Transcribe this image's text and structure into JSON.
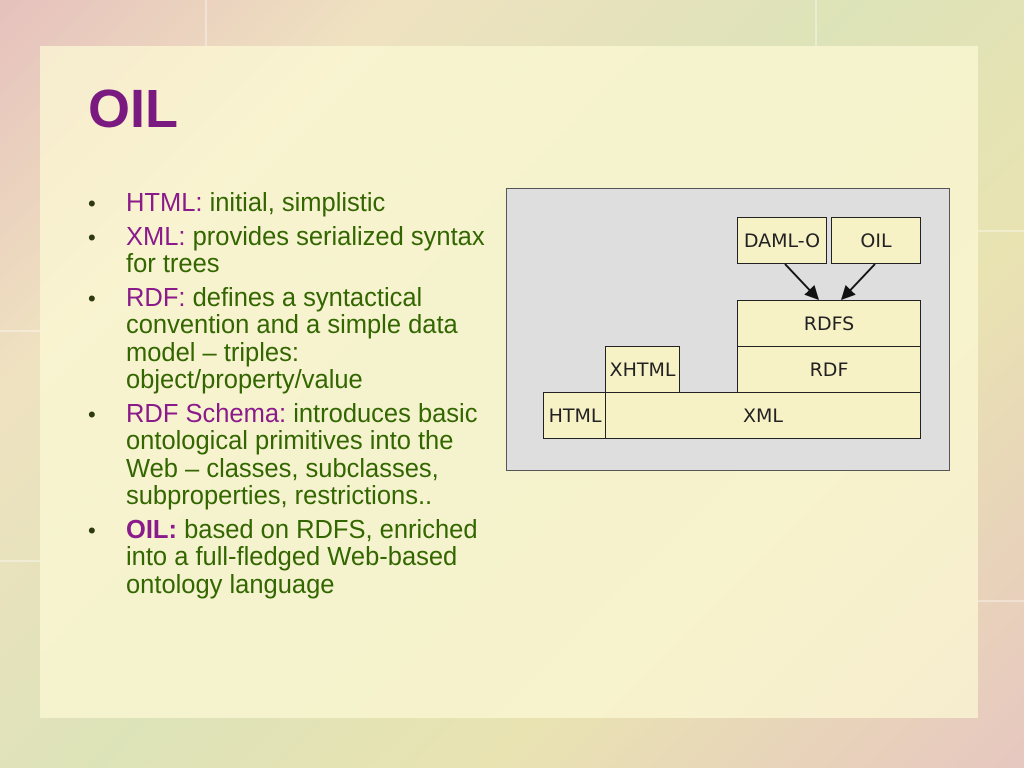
{
  "slide": {
    "title": "OIL",
    "bullets": [
      {
        "term": "HTML:",
        "text": " initial, simplistic"
      },
      {
        "term": "XML:",
        "text": " provides serialized syntax for trees"
      },
      {
        "term": "RDF:",
        "text": " defines a syntactical convention and a simple data model –  triples: object/property/value"
      },
      {
        "term": "RDF Schema:",
        "text": " introduces basic ontological primitives into the Web – classes, subclasses, subproperties, restrictions.."
      },
      {
        "term": "OIL:",
        "text": " based on RDFS, enriched into a full-fledged Web-based ontology language"
      }
    ]
  },
  "diagram": {
    "layers": {
      "daml_o": "DAML-O",
      "oil": "OIL",
      "rdfs": "RDFS",
      "xhtml": "XHTML",
      "rdf": "RDF",
      "html": "HTML",
      "xml": "XML"
    }
  },
  "colors": {
    "title": "#7a1a80",
    "term": "#8b1a8b",
    "body_text": "#336600",
    "diagram_bg": "#dedede",
    "box_fill": "#f7f1c6"
  }
}
